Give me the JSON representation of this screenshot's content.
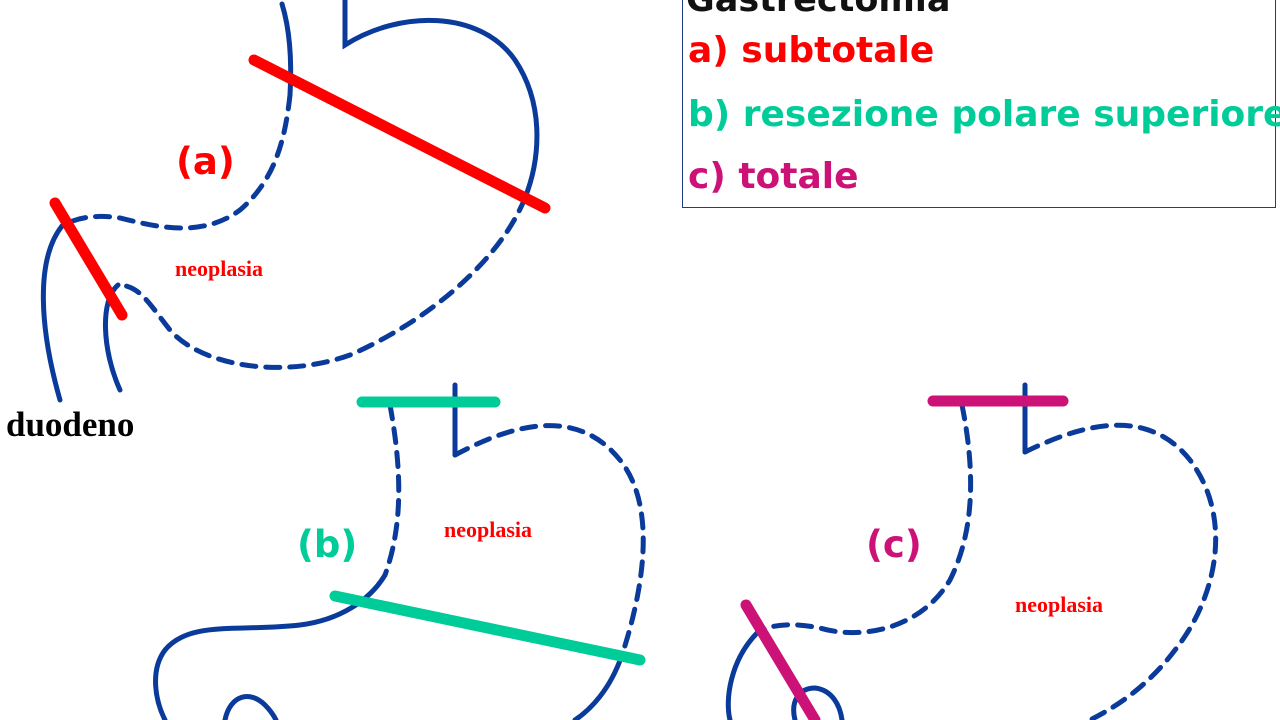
{
  "legend": {
    "title": "Gastrectomia",
    "items": [
      {
        "text": "a) subtotale",
        "color": "#ff0000"
      },
      {
        "text": "b) resezione polare superiore",
        "color": "#00cc99"
      },
      {
        "text": "c) totale",
        "color": "#cc1177"
      }
    ]
  },
  "labels": {
    "a": "(a)",
    "b": "(b)",
    "c": "(c)",
    "neoplasia": "neoplasia",
    "duodeno": "duodeno"
  },
  "colors": {
    "outline": "#0a3a9a",
    "neoplasia": "#ff0000",
    "a": "#ff0000",
    "b": "#00cc99",
    "c": "#cc1177"
  }
}
